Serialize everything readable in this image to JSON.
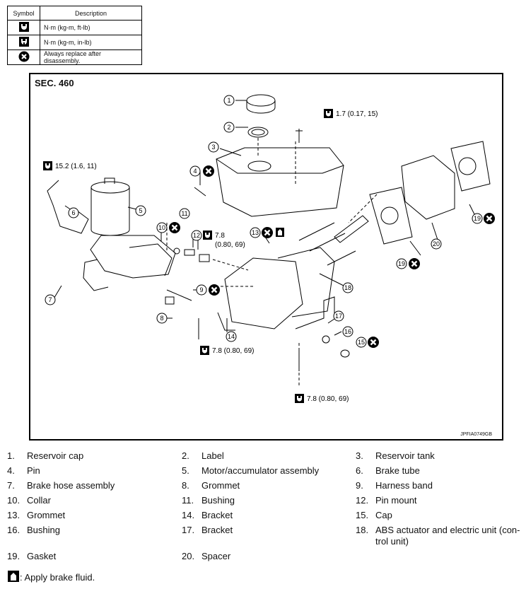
{
  "legend": {
    "header_symbol": "Symbol",
    "header_description": "Description",
    "rows": [
      {
        "icon": "torque-wrench-icon",
        "text": "N·m (kg-m, ft-lb)"
      },
      {
        "icon": "torque-wrench-inlb-icon",
        "text": "N·m (kg-m, in-lb)"
      },
      {
        "icon": "always-replace-icon",
        "text": "Always replace after disassembly."
      }
    ]
  },
  "diagram": {
    "section": "SEC. 460",
    "figure_code": "JPFIA0749GB",
    "torques": {
      "t1": "1.7 (0.17, 15)",
      "t2": "15.2 (1.6, 11)",
      "t3a": "7.8",
      "t3b": "(0.80, 69)",
      "t4": "7.8 (0.80, 69)",
      "t5": "7.8 (0.80, 69)"
    },
    "callouts": [
      "1",
      "2",
      "3",
      "4",
      "5",
      "6",
      "7",
      "8",
      "9",
      "10",
      "11",
      "12",
      "13",
      "14",
      "15",
      "16",
      "17",
      "18",
      "19",
      "20"
    ]
  },
  "parts": [
    {
      "num": "1.",
      "label": "Reservoir cap"
    },
    {
      "num": "2.",
      "label": "Label"
    },
    {
      "num": "3.",
      "label": "Reservoir tank"
    },
    {
      "num": "4.",
      "label": "Pin"
    },
    {
      "num": "5.",
      "label": "Motor/accumulator assembly"
    },
    {
      "num": "6.",
      "label": "Brake tube"
    },
    {
      "num": "7.",
      "label": "Brake hose assembly"
    },
    {
      "num": "8.",
      "label": "Grommet"
    },
    {
      "num": "9.",
      "label": "Harness band"
    },
    {
      "num": "10.",
      "label": "Collar"
    },
    {
      "num": "11.",
      "label": "Bushing"
    },
    {
      "num": "12.",
      "label": "Pin mount"
    },
    {
      "num": "13.",
      "label": "Grommet"
    },
    {
      "num": "14.",
      "label": "Bracket"
    },
    {
      "num": "15.",
      "label": "Cap"
    },
    {
      "num": "16.",
      "label": "Bushing"
    },
    {
      "num": "17.",
      "label": "Bracket"
    },
    {
      "num": "18.",
      "label": "ABS actuator and electric unit (con-"
    },
    {
      "num": "19.",
      "label": "Gasket"
    },
    {
      "num": "20.",
      "label": "Spacer"
    }
  ],
  "part18_line2": "trol unit)",
  "note": {
    "icon": "brake-fluid-icon",
    "text": ": Apply brake fluid."
  }
}
